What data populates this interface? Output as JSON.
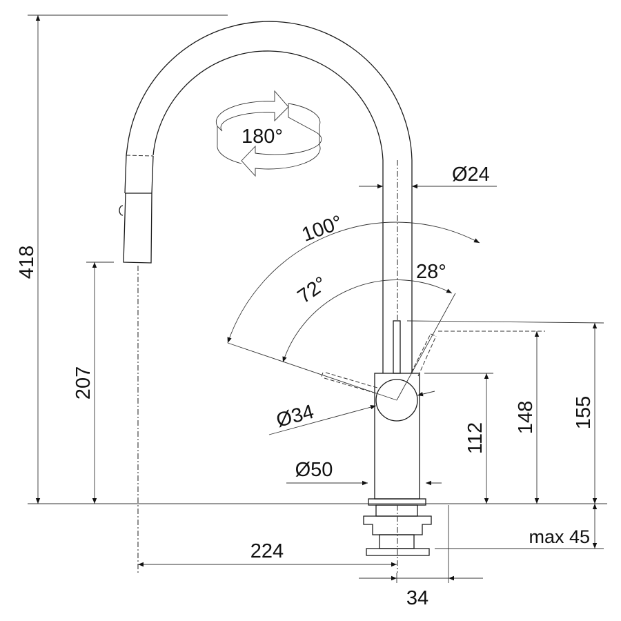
{
  "title": "Kitchen faucet dimension drawing",
  "dimensions": {
    "total_height": "418",
    "spout_outlet_height": "207",
    "spout_reach": "224",
    "spout_diameter": "Ø24",
    "swivel_angle": "180°",
    "lever_angle_total": "100°",
    "lever_angle_72": "72°",
    "lever_angle_28": "28°",
    "lever_diameter": "Ø34",
    "body_diameter": "Ø50",
    "body_height": "112",
    "lever_height_148": "148",
    "lever_height_155": "155",
    "max_deck_thickness": "max 45",
    "body_offset": "34"
  }
}
